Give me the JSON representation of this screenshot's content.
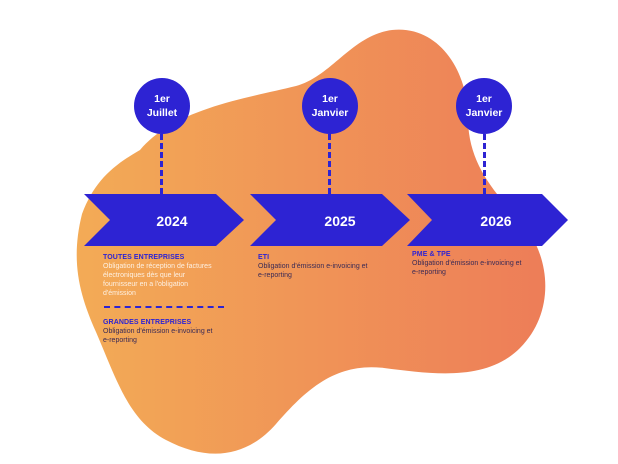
{
  "colors": {
    "blob_start": "#f3ab56",
    "blob_end": "#ed7d58",
    "accent": "#2d23d3",
    "text_light": "#fdf0e2",
    "text_dark": "#3a2a55"
  },
  "milestones": [
    {
      "date_line1": "1er",
      "date_line2": "Juillet",
      "year": "2024",
      "sections": [
        {
          "title": "TOUTES ENTREPRISES",
          "lines": [
            "Obligation de réception de factures",
            "électroniques dès que leur",
            "fournisseur en a l'obligation",
            "d'émission"
          ]
        },
        {
          "title": "GRANDES ENTREPRISES",
          "lines": [
            "Obligation d'émission e-invoicing et",
            "e-reporting"
          ]
        }
      ]
    },
    {
      "date_line1": "1er",
      "date_line2": "Janvier",
      "year": "2025",
      "sections": [
        {
          "title": "ETI",
          "lines": [
            "Obligation d'émission e-invoicing et",
            "e-reporting"
          ]
        }
      ]
    },
    {
      "date_line1": "1er",
      "date_line2": "Janvier",
      "year": "2026",
      "sections": [
        {
          "title": "PME & TPE",
          "lines": [
            "Obligation d'émission e-invoicing et",
            "e-reporting"
          ]
        }
      ]
    }
  ]
}
